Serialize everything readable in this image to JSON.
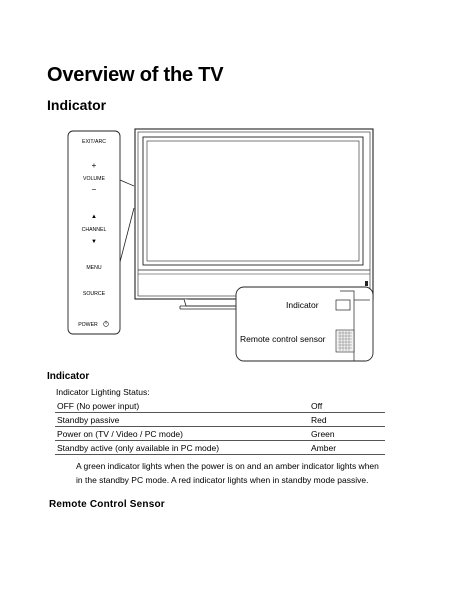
{
  "page": {
    "title": "Overview of the TV",
    "section": "Indicator"
  },
  "figure": {
    "panel": {
      "exit_arc": "EXIT/ARC",
      "volume_plus": "+",
      "volume": "VOLUME",
      "volume_minus": "−",
      "channel_up": "▲",
      "channel": "CHANNEL",
      "channel_down": "▼",
      "menu": "MENU",
      "source": "SOURCE",
      "power": "POWER"
    },
    "callout": {
      "indicator_label": "Indicator",
      "sensor_label": "Remote control sensor"
    }
  },
  "indicator": {
    "heading": "Indicator",
    "status_caption": "Indicator Lighting Status:",
    "rows": [
      {
        "state": "OFF (No power input)",
        "color": "Off"
      },
      {
        "state": "Standby passive",
        "color": "Red"
      },
      {
        "state": "Power on (TV / Video / PC mode)",
        "color": "Green"
      },
      {
        "state": "Standby active (only available in PC mode)",
        "color": "Amber"
      }
    ],
    "note": "A green indicator lights when the power is on and an amber indicator lights when in the standby PC mode. A red indicator lights when in standby mode passive."
  },
  "remote_section": {
    "heading": "Remote Control Sensor"
  }
}
